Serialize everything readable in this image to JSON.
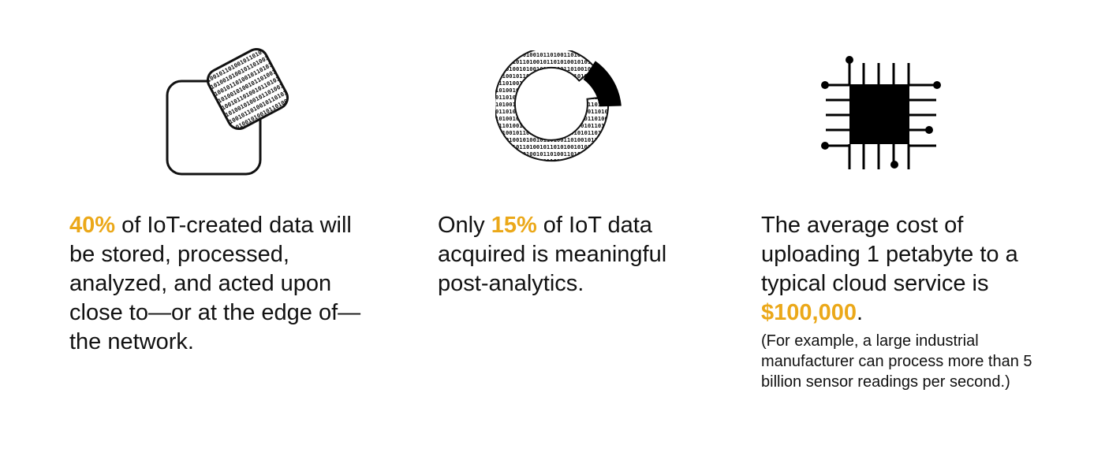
{
  "colors": {
    "accent": "#EBA819",
    "text": "#111111",
    "background": "#FFFFFF"
  },
  "binary": {
    "a": "0110100101001011010011010010110101011001010011101001",
    "b": "1010010110100101101010010101101001001011010101101001"
  },
  "icons": [
    "data-chip-square-icon",
    "binary-ring-icon",
    "microchip-icon"
  ],
  "stats": [
    {
      "highlight": "40%",
      "text": " of IoT-created data will be stored, processed, analyzed, and acted upon close to—or at the edge of—the network."
    },
    {
      "prefix": "Only ",
      "highlight": "15%",
      "text": " of IoT data acquired is meaningful post-analytics."
    },
    {
      "text": "The average cost of uploading 1 petabyte to a typical cloud service is ",
      "highlight": "$100,000",
      "suffix": ".",
      "note": "(For example, a large industrial manufacturer can process more than 5 billion sensor readings per second.)"
    }
  ]
}
